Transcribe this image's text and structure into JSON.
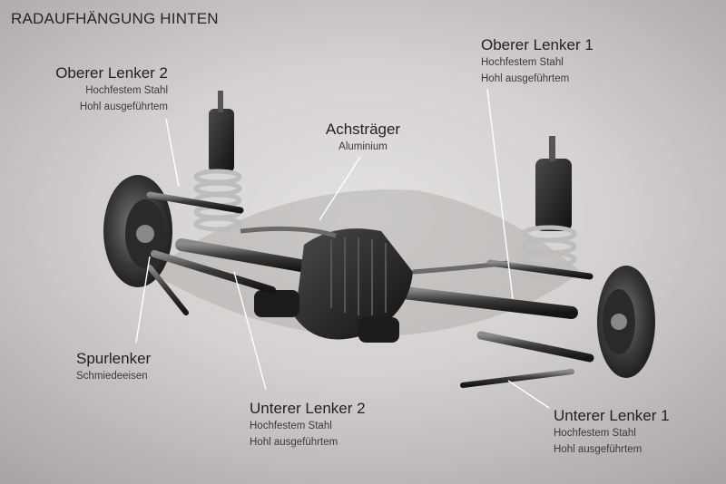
{
  "title": "RADAUFHÄNGUNG HINTEN",
  "labels": {
    "oberer_lenker_2": {
      "name": "Oberer Lenker 2",
      "line1": "Hochfestem Stahl",
      "line2": "Hohl ausgeführtem"
    },
    "oberer_lenker_1": {
      "name": "Oberer Lenker 1",
      "line1": "Hochfestem Stahl",
      "line2": "Hohl ausgeführtem"
    },
    "achstraeger": {
      "name": "Achsträger",
      "line1": "Aluminium"
    },
    "spurlenker": {
      "name": "Spurlenker",
      "line1": "Schmiedeeisen"
    },
    "unterer_lenker_2": {
      "name": "Unterer Lenker 2",
      "line1": "Hochfestem Stahl",
      "line2": "Hohl ausgeführtem"
    },
    "unterer_lenker_1": {
      "name": "Unterer Lenker 1",
      "line1": "Hochfestem Stahl",
      "line2": "Hohl ausgeführtem"
    }
  }
}
